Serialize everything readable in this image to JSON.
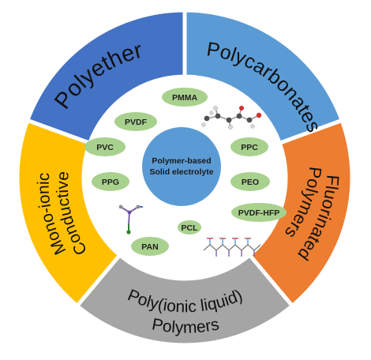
{
  "center": {
    "line1": "Polymer-based",
    "line2": "Solid electrolyte",
    "color": "#5b9bd5"
  },
  "segments": [
    {
      "key": "polyether",
      "line1": "Polyether",
      "line2": "",
      "color": "#4472c4"
    },
    {
      "key": "polycarbonates",
      "line1": "Polycarbonates",
      "line2": "",
      "color": "#5b9bd5"
    },
    {
      "key": "fluorinated",
      "line1": "Fluorinated",
      "line2": "Polymers",
      "color": "#ed7d31"
    },
    {
      "key": "ionic-liquid",
      "line1": "Poly(ionic liquid)",
      "line2": "Polymers",
      "color": "#a5a5a5"
    },
    {
      "key": "mono-ionic",
      "line1": "Mono-ionic",
      "line2": "Conductive",
      "color": "#ffc000"
    }
  ],
  "pills": [
    {
      "key": "pmma",
      "label": "PMMA"
    },
    {
      "key": "pvdf",
      "label": "PVDF"
    },
    {
      "key": "pvc",
      "label": "PVC"
    },
    {
      "key": "ppc",
      "label": "PPC"
    },
    {
      "key": "ppg",
      "label": "PPG"
    },
    {
      "key": "peo",
      "label": "PEO"
    },
    {
      "key": "pvdf-hfp",
      "label": "PVDF-HFP"
    },
    {
      "key": "pcl",
      "label": "PCL"
    },
    {
      "key": "pan",
      "label": "PAN"
    }
  ],
  "colors": {
    "pill_fill": "#a9d18e",
    "separator": "#ffffff",
    "inner_disc": "#ffffff"
  },
  "icons": [
    "molecule-ball-stick-icon",
    "molecule-skeletal-icon",
    "polymer-chain-icon"
  ]
}
